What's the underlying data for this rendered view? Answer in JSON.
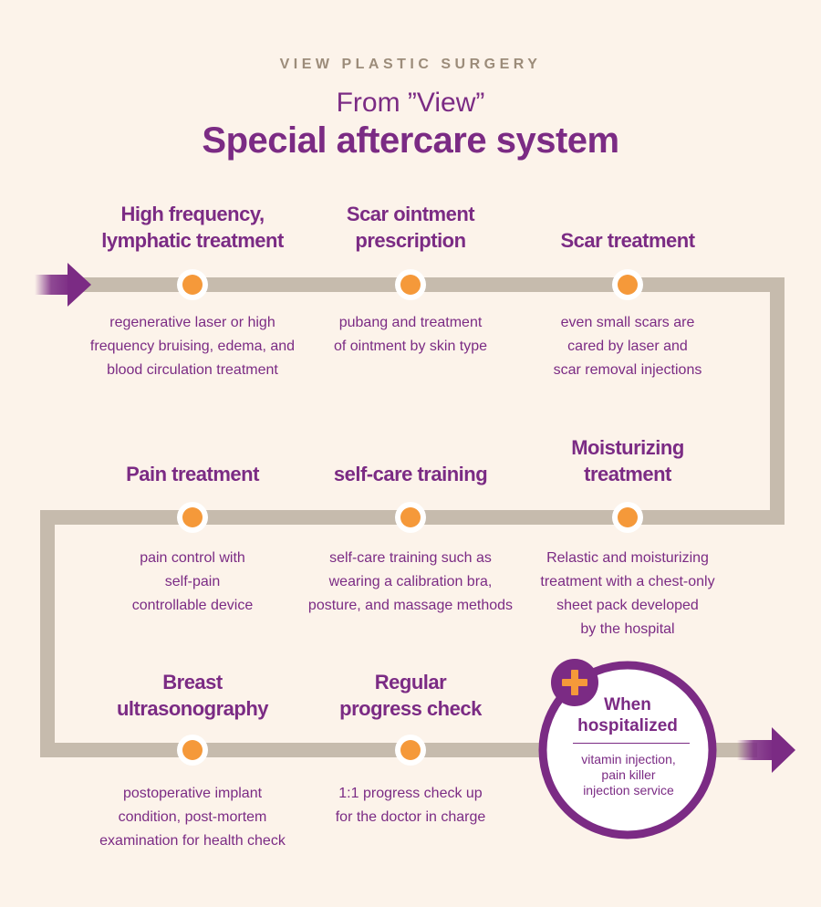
{
  "header": {
    "brand": "VIEW PLASTIC SURGERY",
    "subtitle": "From ”View”",
    "title": "Special aftercare system"
  },
  "steps": [
    {
      "title": [
        "High frequency,",
        "lymphatic treatment"
      ],
      "desc": [
        "regenerative laser or high",
        "frequency bruising, edema, and",
        "blood circulation treatment"
      ]
    },
    {
      "title": [
        "Scar ointment",
        "prescription"
      ],
      "desc": [
        "pubang and treatment",
        "of ointment by skin type"
      ]
    },
    {
      "title": [
        "Scar treatment"
      ],
      "desc": [
        "even small scars are",
        "cared by laser and",
        "scar removal injections"
      ]
    },
    {
      "title": [
        "Pain treatment"
      ],
      "desc": [
        "pain control with",
        "self-pain",
        "controllable device"
      ]
    },
    {
      "title": [
        "self-care training"
      ],
      "desc": [
        "self-care training such as",
        "wearing a calibration bra,",
        "posture, and massage methods"
      ]
    },
    {
      "title": [
        "Moisturizing",
        "treatment"
      ],
      "desc": [
        "Relastic and moisturizing",
        "treatment with a chest-only",
        "sheet pack developed",
        "by the hospital"
      ]
    },
    {
      "title": [
        "Breast",
        "ultrasonography"
      ],
      "desc": [
        "postoperative implant",
        "condition, post-mortem",
        "examination for health check"
      ]
    },
    {
      "title": [
        "Regular",
        "progress check"
      ],
      "desc": [
        "1:1 progress check up",
        "for the doctor in charge"
      ]
    }
  ],
  "hospitalized": {
    "title": [
      "When",
      "hospitalized"
    ],
    "desc": [
      "vitamin injection,",
      "pain killer",
      "injection service"
    ],
    "icon": "plus-icon"
  },
  "colors": {
    "background": "#fcf3ea",
    "primary": "#7b2b84",
    "track": "#c6bbad",
    "dot": "#f5993a",
    "plus": "#f5993a"
  }
}
